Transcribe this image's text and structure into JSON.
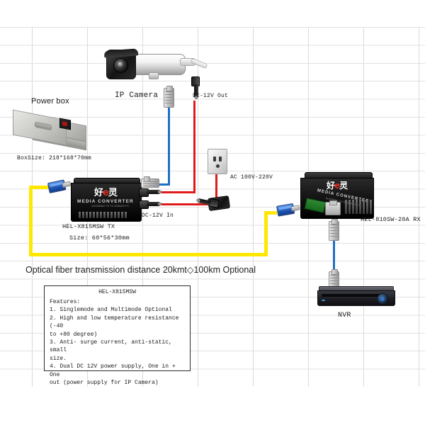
{
  "diagram": {
    "labels": {
      "power_box": "Power box",
      "box_size": "BoxSize: 218*168*70mm",
      "ip_camera": "IP Camera",
      "dc_12v_out": "DC-12V Out",
      "dc_12v_in": "DC-12V In",
      "ac_voltage": "AC 100V-220V",
      "tx_model": "HEL-X815MSW  TX",
      "tx_size": "Size: 60*56*30mm",
      "rx_model": "HEL-810SW-20A  RX",
      "nvr": "NVR",
      "fiber_distance": "Optical fiber transmission distance 20kmt◇100km Optional"
    },
    "converter_face": {
      "brand_left": "好",
      "brand_dot": "e",
      "brand_right": "灵",
      "media_converter": "MEDIA CONVERTER",
      "spec_line": "10/100M&IC TX TO 100M&IC FX"
    },
    "features_box": {
      "title": "HEL-X815MSW",
      "heading": "Features:",
      "items": [
        "1. Singlemode and Multimode Optional",
        "2. High and low temperature resistance (-40",
        "to +80 degree)",
        "3. Anti- surge current, anti-static, small",
        "size.",
        "4. Dual DC 12V power supply, One in + One",
        "out (power supply for IP Camera)"
      ]
    },
    "colors": {
      "ethernet_cable": "#1f6fc4",
      "power_cable": "#e01b1b",
      "fiber_cable": "#ffe800",
      "grid_line": "#c9c9c9"
    }
  }
}
